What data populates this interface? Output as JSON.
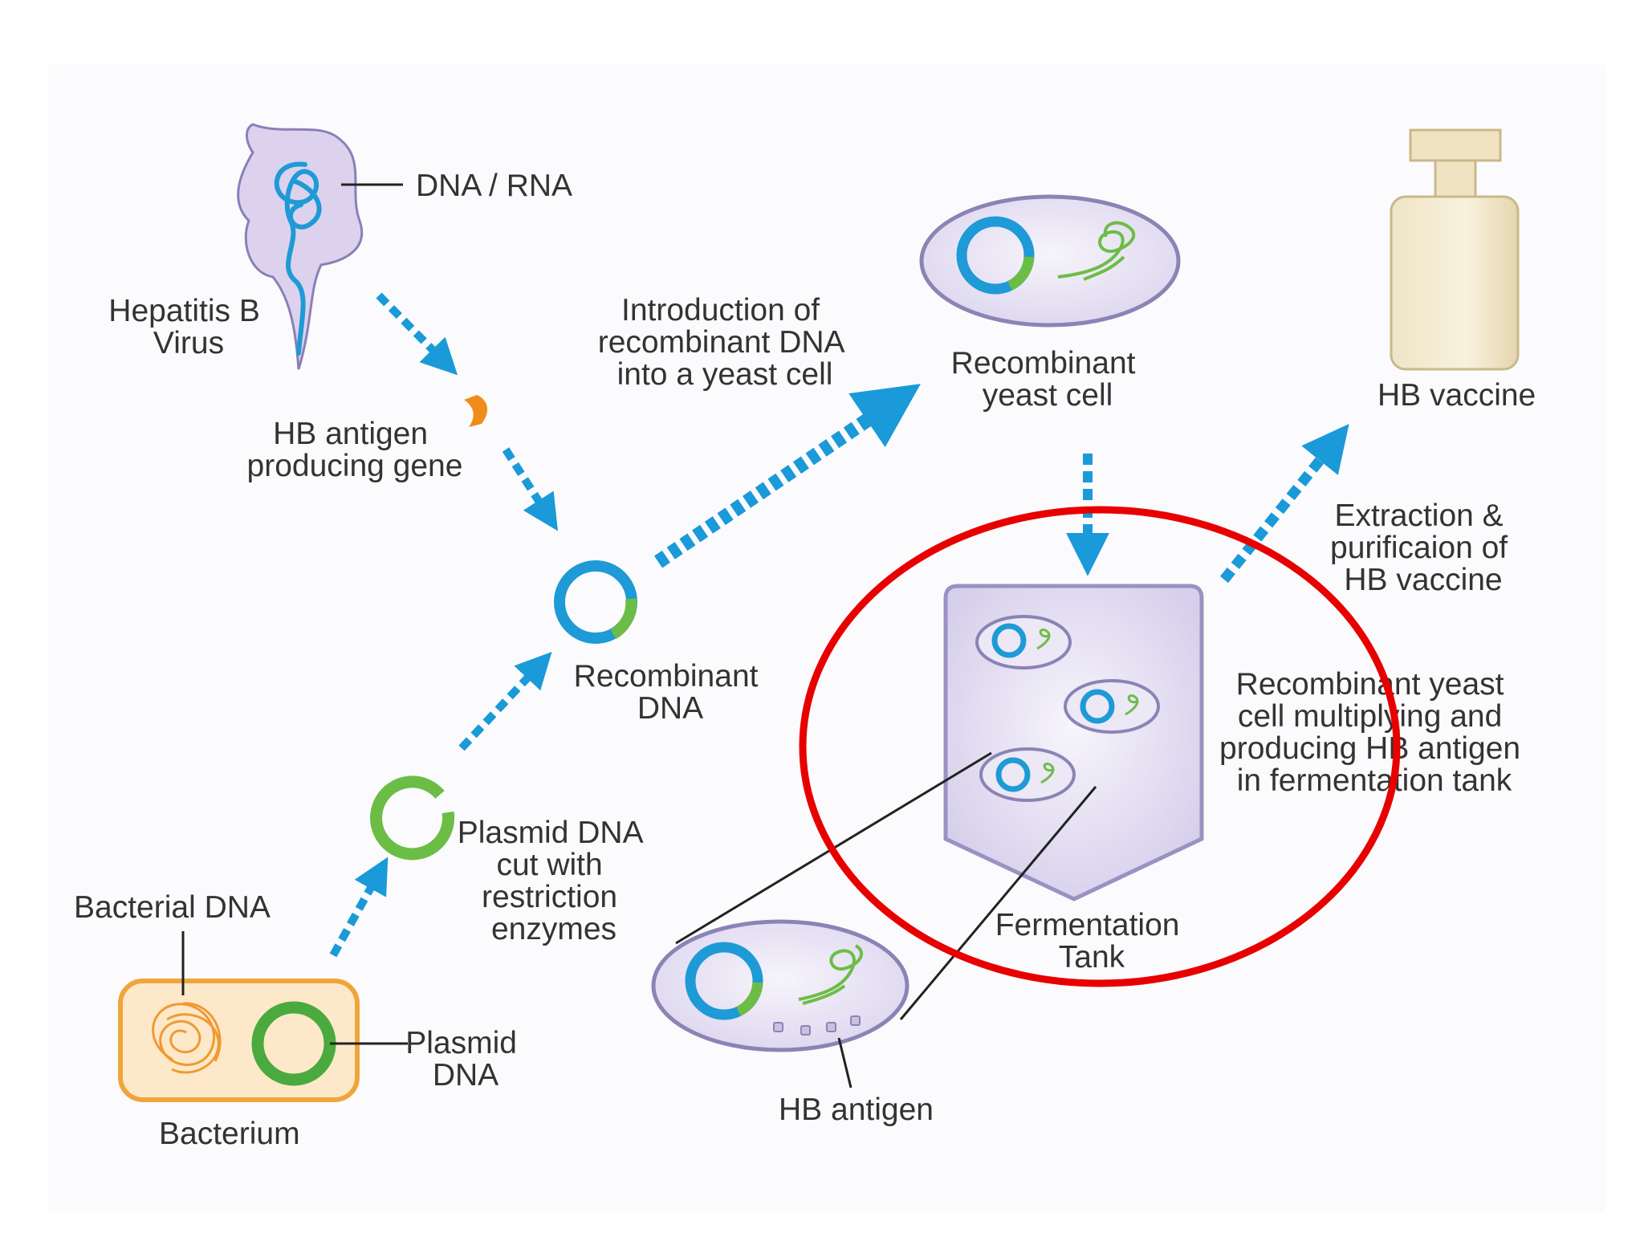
{
  "colors": {
    "background": "#ffffff",
    "panel": "#fbfbfd",
    "arrow": "#1a9ad8",
    "plasmid_blue": "#1e9ad6",
    "plasmid_green": "#6cbd45",
    "gene_orange": "#f08c1a",
    "virus_fill": "#dcd2ee",
    "virus_outline": "#8b7fb8",
    "yeast_fill": "#e6e0f2",
    "yeast_outline": "#8c83b5",
    "tank_fill": "#dcd5ee",
    "tank_outline": "#9a91c3",
    "bacterium_fill": "#fde9c9",
    "bacterium_outline": "#f0a53c",
    "vial_fill": "#efe3c2",
    "vial_outline": "#c9b88a",
    "highlight_circle": "#e80000",
    "text": "#333333"
  },
  "labels": {
    "dna_rna": "DNA / RNA",
    "hepatitis_virus": [
      "Hepatitis B",
      "Virus"
    ],
    "hb_gene": [
      "HB antigen",
      "producing gene"
    ],
    "introduction": [
      "Introduction of",
      "recombinant DNA",
      "into a yeast cell"
    ],
    "recombinant_yeast": [
      "Recombinant",
      "yeast cell"
    ],
    "hb_vaccine": "HB vaccine",
    "extraction": [
      "Extraction &",
      "purificaion of",
      "HB vaccine"
    ],
    "recombinant_dna": [
      "Recombinant",
      "DNA"
    ],
    "multiplying": [
      "Recombinant yeast",
      "cell multiplying and",
      "producing HB antigen",
      "in fermentation tank"
    ],
    "plasmid_cut": [
      "Plasmid DNA",
      "cut with",
      "restriction",
      "enzymes"
    ],
    "bacterial_dna": "Bacterial DNA",
    "plasmid_dna": [
      "Plasmid",
      "DNA"
    ],
    "bacterium": "Bacterium",
    "fermentation_tank": [
      "Fermentation",
      "Tank"
    ],
    "hb_antigen": "HB antigen"
  },
  "icons": {
    "virus": "hepatitis-b-virus-icon",
    "gene": "gene-fragment-icon",
    "recombinant_dna": "recombinant-plasmid-icon",
    "cut_plasmid": "cut-plasmid-icon",
    "bacterium": "bacterium-icon",
    "yeast": "yeast-cell-icon",
    "tank": "fermentation-tank-icon",
    "vial": "vaccine-vial-icon"
  }
}
